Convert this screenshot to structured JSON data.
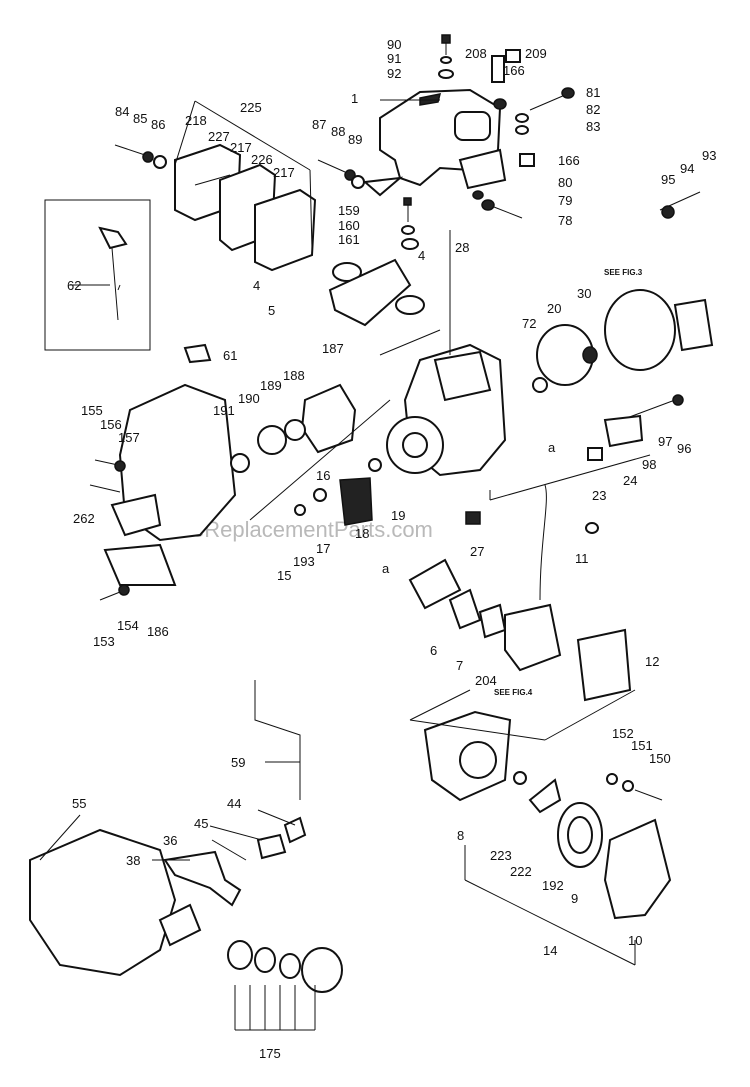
{
  "watermark": "eReplacementParts.com",
  "notes": {
    "see_fig3": "SEE FIG.3",
    "see_fig4": "SEE FIG.4",
    "arrow_a1": "a",
    "arrow_a2": "a"
  },
  "labels": {
    "p1": "1",
    "p4a": "4",
    "p4b": "4",
    "p5": "5",
    "p6": "6",
    "p7": "7",
    "p8": "8",
    "p9": "9",
    "p10": "10",
    "p11": "11",
    "p12": "12",
    "p14": "14",
    "p15": "15",
    "p16": "16",
    "p17": "17",
    "p18": "18",
    "p19": "19",
    "p20": "20",
    "p23": "23",
    "p24": "24",
    "p27": "27",
    "p28": "28",
    "p30": "30",
    "p36": "36",
    "p38": "38",
    "p44": "44",
    "p45": "45",
    "p55": "55",
    "p59": "59",
    "p61": "61",
    "p62": "62",
    "p72": "72",
    "p78": "78",
    "p79": "79",
    "p80": "80",
    "p81": "81",
    "p82": "82",
    "p83": "83",
    "p84": "84",
    "p85": "85",
    "p86": "86",
    "p87": "87",
    "p88": "88",
    "p89": "89",
    "p90": "90",
    "p91": "91",
    "p92": "92",
    "p93": "93",
    "p94": "94",
    "p95": "95",
    "p96": "96",
    "p97": "97",
    "p98": "98",
    "p150": "150",
    "p151": "151",
    "p152": "152",
    "p153": "153",
    "p154": "154",
    "p155": "155",
    "p156": "156",
    "p157": "157",
    "p159": "159",
    "p160": "160",
    "p161": "161",
    "p166a": "166",
    "p166b": "166",
    "p175": "175",
    "p186": "186",
    "p187": "187",
    "p188": "188",
    "p189": "189",
    "p190": "190",
    "p191": "191",
    "p192": "192",
    "p193": "193",
    "p204": "204",
    "p208": "208",
    "p209": "209",
    "p217a": "217",
    "p217b": "217",
    "p218": "218",
    "p222": "222",
    "p223": "223",
    "p225": "225",
    "p226": "226",
    "p227": "227",
    "p262": "262"
  }
}
